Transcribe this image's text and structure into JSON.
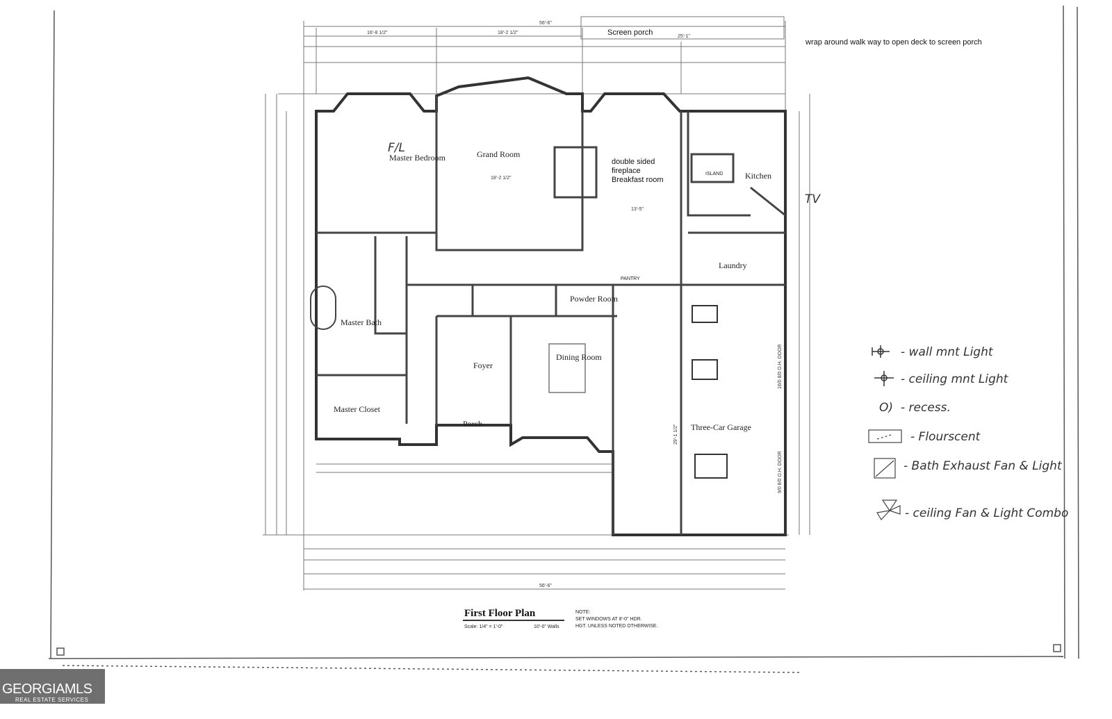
{
  "plan": {
    "title": "First Floor Plan",
    "scale": "Scale: 1/4\" = 1'-0\"",
    "walls": "10'-0\" Walls",
    "note_label": "NOTE:",
    "note_line1": "SET WINDOWS AT 8'-0\" HDR.",
    "note_line2": "HGT. UNLESS NOTED OTHERWISE."
  },
  "rooms": {
    "master_bedroom": "Master Bedroom",
    "grand_room": "Grand Room",
    "breakfast_line1": "double sided",
    "breakfast_line2": "fireplace",
    "breakfast_line3": "Breakfast room",
    "kitchen": "Kitchen",
    "laundry": "Laundry",
    "powder_room": "Powder Room",
    "master_bath": "Master Bath",
    "foyer": "Foyer",
    "dining_room": "Dining Room",
    "master_closet": "Master Closet",
    "porch": "Porch",
    "garage": "Three-Car Garage",
    "screen_porch": "Screen porch",
    "island": "ISLAND",
    "pantry": "PANTRY"
  },
  "annotations": {
    "walkway_note": "wrap around walk way to open deck to screen porch",
    "fl_mark": "F/L",
    "tv_mark": "TV"
  },
  "dimensions": {
    "overall_top": "56'-6\"",
    "overall_bottom": "56'-6\"",
    "seg1": "16'-8 1/2\"",
    "seg2": "18'-2 1/2\"",
    "screen_porch_width": "25'-1\"",
    "grand_room_width": "18'-2 1/2\"",
    "breakfast_width": "13'-5\"",
    "garage_depth": "29'-1 1/2\"",
    "garage_door1": "16/0 8/0 O.H. DOOR",
    "garage_door2": "9/0 8/0 O.H. DOOR"
  },
  "legend": [
    {
      "symbol": "wall-light",
      "label": "- wall mnt Light"
    },
    {
      "symbol": "ceiling-light",
      "label": "- ceiling mnt Light"
    },
    {
      "symbol": "recessed",
      "label": "- recess."
    },
    {
      "symbol": "fluorescent",
      "label": "- Flourscent"
    },
    {
      "symbol": "bath-exhaust",
      "label": "- Bath Exhaust Fan & Light"
    },
    {
      "symbol": "ceiling-fan",
      "label": "- ceiling Fan & Light Combo"
    }
  ],
  "logo": {
    "name": "GEORGIAMLS",
    "sub": "REAL ESTATE SERVICES"
  }
}
